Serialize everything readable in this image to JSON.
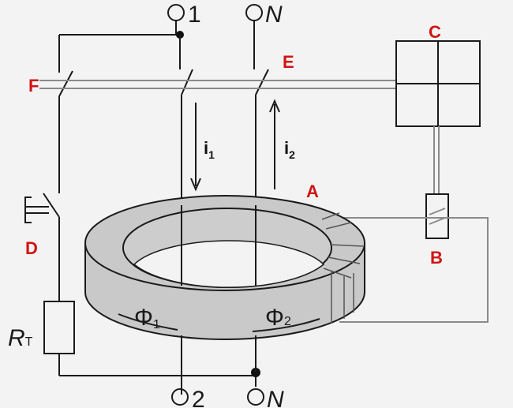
{
  "colors": {
    "label": "#d01414",
    "core": "#c9c9c9",
    "wire": "#1a1a1a"
  },
  "terminals": {
    "line_in": "1",
    "neutral_in": "N",
    "line_out": "2",
    "neutral_out": "N"
  },
  "labels": {
    "A": "A",
    "B": "B",
    "C": "C",
    "D": "D",
    "E": "E",
    "F": "F"
  },
  "currents": {
    "i1": "i",
    "i1_sub": "1",
    "i2": "i",
    "i2_sub": "2"
  },
  "flux": {
    "phi1": "Φ",
    "phi1_sub": "1",
    "phi2": "Φ",
    "phi2_sub": "2"
  },
  "resistor": {
    "name": "R",
    "sub": "T"
  }
}
